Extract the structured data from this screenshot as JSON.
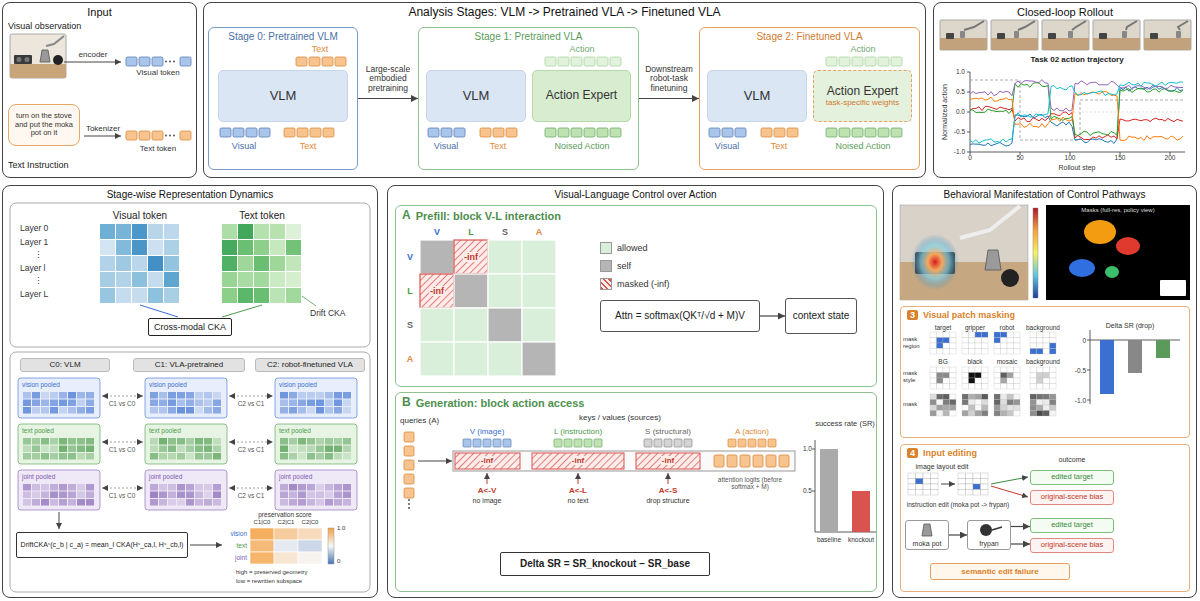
{
  "diagram": {
    "nodes": [
      {
        "text": [
          "Input"
        ]
      },
      {
        "text": [
          "turn on the stove and put the moka pot on it"
        ],
        "in": 0
      },
      {
        "text": [
          "Analysis Stages: VLM -> Pretrained VLA -> Finetuned VLA"
        ]
      },
      {
        "text": [
          "Stage 0: Pretrained VLM"
        ],
        "in": 2
      },
      {
        "text": [
          "VLM"
        ],
        "in": 3
      },
      {
        "text": [
          "Stage 1: Pretrained VLA"
        ],
        "in": 2
      },
      {
        "text": [
          "VLM"
        ],
        "in": 5
      },
      {
        "text": [
          "Action Expert"
        ],
        "in": 5
      },
      {
        "text": [
          "Stage 2: Finetuned VLA"
        ],
        "in": 2
      },
      {
        "text": [
          "VLM"
        ],
        "in": 8
      },
      {
        "text": [
          "Action Expert",
          "task-specific weights"
        ],
        "in": 8
      },
      {
        "text": [
          "Closed-loop Rollout"
        ]
      },
      {
        "text": [
          "Stage-wise Representation Dynamics"
        ]
      },
      {
        "text": [
          "Cross-modal CKA"
        ],
        "in": 12
      },
      {
        "text": [
          "C0: VLM"
        ],
        "in": 12
      },
      {
        "text": [
          "C1: VLA-pretrained"
        ],
        "in": 12
      },
      {
        "text": [
          "C2: robot-finetuned VLA"
        ],
        "in": 12
      },
      {
        "text": [
          "DriftCKAˢ(c_b | c_a) = mean_l CKA(Hˢ_ca,l, Hˢ_cb,l)"
        ],
        "in": 12
      },
      {
        "text": [
          "Visual-Language Control over Action"
        ]
      },
      {
        "text": [
          "A",
          "Prefill: block V-L interaction"
        ],
        "in": 18
      },
      {
        "text": [
          "Attn = softmax(QKᵀ/√d + M)V"
        ],
        "in": 19
      },
      {
        "text": [
          "context state"
        ],
        "in": 19
      },
      {
        "text": [
          "B",
          "Generation: block action access"
        ],
        "in": 18
      },
      {
        "text": [
          "Delta SR = SR_knockout − SR_base"
        ],
        "in": 22
      },
      {
        "text": [
          "Behavioral Manifestation of Control Pathways"
        ]
      },
      {
        "text": [
          "3",
          "Visual patch masking"
        ],
        "in": 24
      },
      {
        "text": [
          "4",
          "Input editing"
        ],
        "in": 24
      },
      {
        "text": [
          "edited target"
        ],
        "in": 26
      },
      {
        "text": [
          "original-scene bias"
        ],
        "in": 26
      },
      {
        "text": [
          "moka pot"
        ],
        "in": 26
      },
      {
        "text": [
          "frypan"
        ],
        "in": 26
      },
      {
        "text": [
          "edited target"
        ],
        "in": 26
      },
      {
        "text": [
          "original-scene bias"
        ],
        "in": 26
      },
      {
        "text": [
          "semantic edit failure"
        ],
        "in": 26
      }
    ],
    "edges": [
      {
        "from": 3,
        "to": 5,
        "arrow": "to",
        "label": "Large-scale embodied pretraining"
      },
      {
        "from": 5,
        "to": 8,
        "arrow": "to",
        "label": "Downstream robot-task finetuning"
      },
      {
        "from": 20,
        "to": 21,
        "arrow": "to"
      },
      {
        "from": 29,
        "to": 30,
        "arrow": "to"
      },
      {
        "from": 30,
        "to": 31,
        "arrow": "to"
      },
      {
        "from": 30,
        "to": 32,
        "arrow": "to"
      }
    ],
    "labels": [
      "Visual observation",
      "encoder",
      "Visual token",
      "Tokenizer",
      "Text token",
      "Text Instruction",
      "Text",
      "Visual",
      "Text",
      "Action",
      "Visual",
      "Text",
      "Noised Action",
      "Action",
      "Visual",
      "Text",
      "Noised Action",
      "Task 02 action trajectory",
      "Normalized action",
      "1.0",
      "0.5",
      "0.0",
      "-0.5",
      "-1.0",
      "0",
      "50",
      "100",
      "150",
      "200",
      "Rollout step",
      "Layer 0",
      "Layer 1",
      "⋮",
      "Layer l",
      "⋮",
      "Layer L",
      "Visual token",
      "Text token",
      "Drift CKA",
      "vision pooled",
      "vision pooled",
      "vision pooled",
      "text pooled",
      "text pooled",
      "text pooled",
      "joint pooled",
      "joint pooled",
      "joint pooled",
      "C1 vs C0",
      "C2 vs C1",
      "C1 vs C0",
      "C2 vs C1",
      "C1 vs C0",
      "C2 vs C1",
      "preservation score",
      "C1|C0",
      "C2|C1",
      "C2|C0",
      "vision",
      "text",
      "joint",
      "1.0",
      "0",
      "high = preserved geometry",
      "low = rewritten subspace",
      "V",
      "L",
      "S",
      "A",
      "V",
      "L",
      "S",
      "A",
      "-inf",
      "-inf",
      "queries (A)",
      "keys / values (sources)",
      "V (image)",
      "L (instruction)",
      "S (structural)",
      "A (action)",
      "-inf",
      "-inf",
      "-inf",
      "A<-V",
      "no image",
      "A<-L",
      "no text",
      "A<-S",
      "drop structure",
      "attention logits (before softmax + M)",
      "success rate (SR)",
      "1.0",
      "0.5",
      "baseline",
      "knockout",
      "Masks (full-res, policy view)",
      "target",
      "gripper",
      "robot",
      "background",
      "mask region",
      "mask style",
      "mask",
      "BG",
      "black",
      "mosaic",
      "background",
      "Delta SR (drop)",
      "0",
      "-0.5",
      "-1.0",
      "image layout edit",
      "outcome",
      "instruction edit (moka pot -> frypan)"
    ],
    "legend": [
      {
        "text": "allowed",
        "color": "#d9efd9"
      },
      {
        "text": "self",
        "color": "#b5b5b5"
      },
      {
        "text": "masked (-inf)"
      }
    ]
  }
}
